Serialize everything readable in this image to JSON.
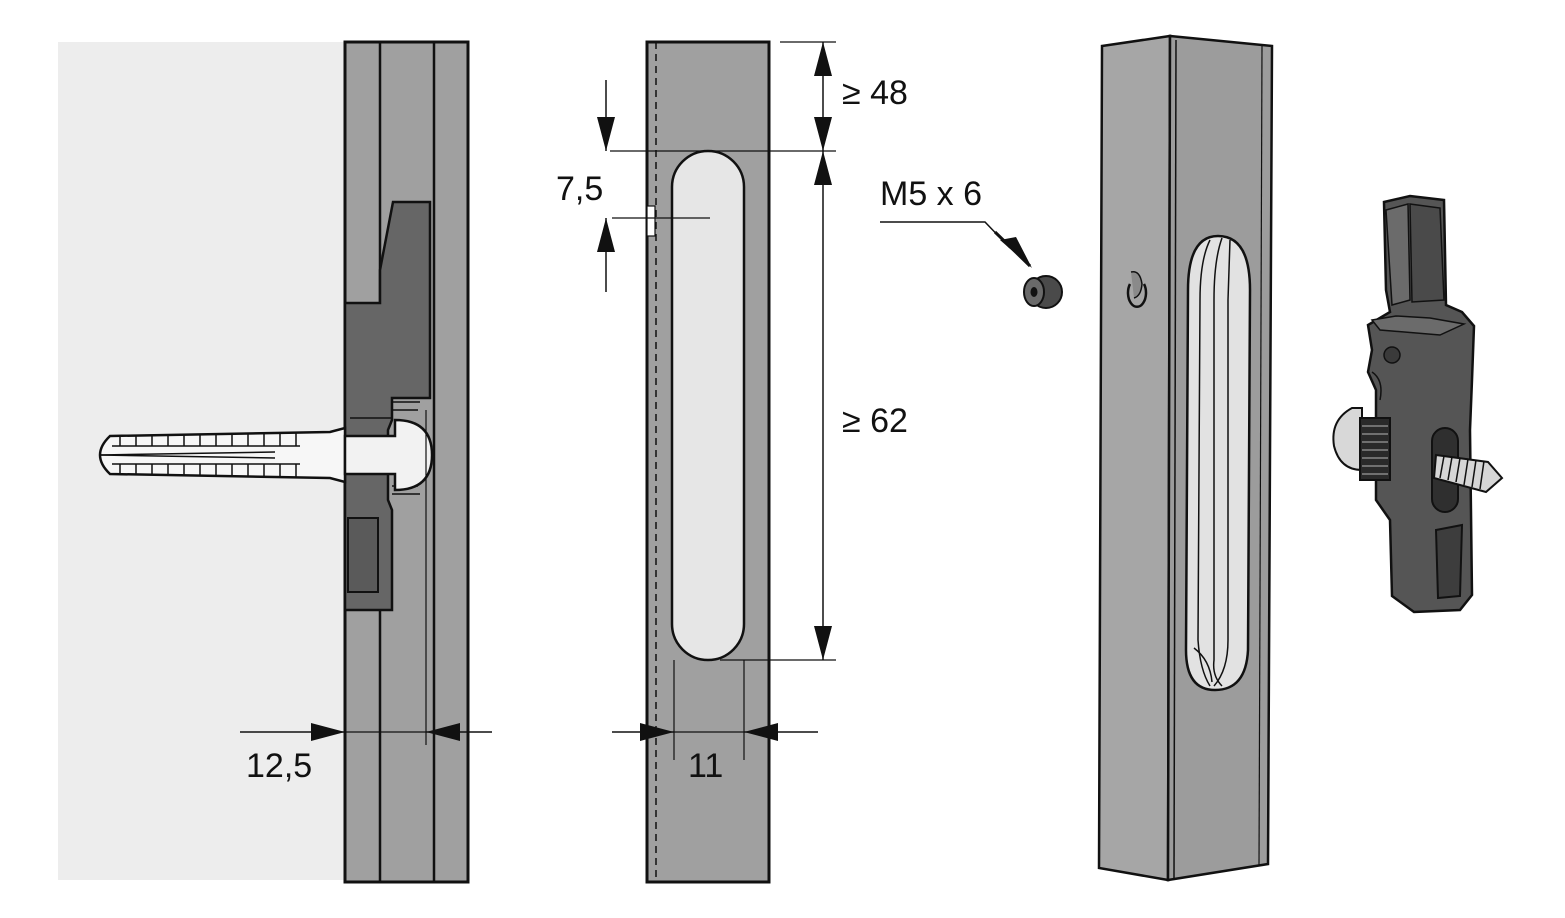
{
  "dimensions": {
    "wall_offset": "12,5",
    "slot_offset": "11",
    "top_distance": "≥ 48",
    "slot_length": "≥ 62",
    "slot_gap": "7,5",
    "screw_spec": "M5 x 6"
  },
  "colors": {
    "profile": "#a0a0a0",
    "dark_part": "#666666",
    "wall": "#ededed",
    "slot": "#e6e6e6",
    "outline": "#111111"
  }
}
